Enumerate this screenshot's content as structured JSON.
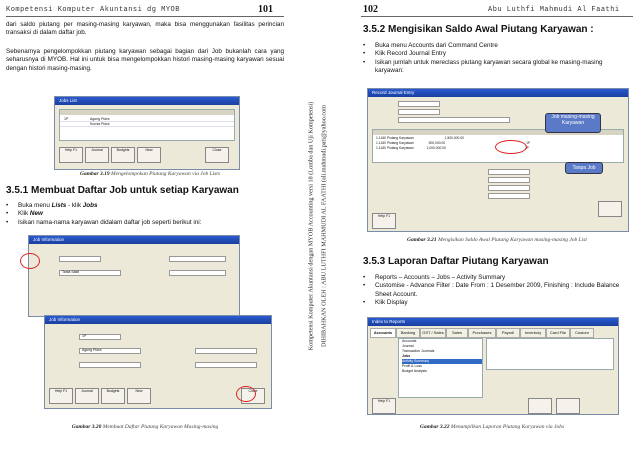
{
  "left": {
    "header": "Kompetensi Komputer Akuntansi dg MYOB",
    "page_number": "101",
    "intro": "dari saldo piutang per masing-masing karyawan, maka bisa menggunakan fasilitas perincian transaksi di dalam daftar job.",
    "para2": "Sebenarnya pengelompokkan piutang karyawan sebagai bagian dari Job bukanlah cara yang seharusnya di MYOB. Hal ini untuk bisa mengelompokkan histori masing-masing karyawan sesuai dengan histori masing-masing.",
    "fig1_caption_label": "Gambar 3.19",
    "fig1_caption_text": "Mengelompokan Piutang Karyawan via Job Lists",
    "section_title": "3.5.1 Membuat Daftar Job untuk setiap Karyawan",
    "bullets": [
      {
        "pre": "Buka menu ",
        "bold": "Lists",
        "mid": " - klik ",
        "bold2": "Jobs"
      },
      {
        "pre": "Klik ",
        "bold": "New",
        "mid": "",
        "bold2": ""
      },
      {
        "pre": "Isikan nama-nama karyawan didalam daftar job seperti berikut ini:",
        "bold": "",
        "mid": "",
        "bold2": ""
      }
    ],
    "fig2_caption_label": "Gambar 3.20",
    "fig2_caption_text": "Membuat Daftar Piutang Karyawan Masing-masing",
    "win1_title": "Jobs List",
    "win1_rows": [
      "1P",
      "Agung Putra",
      "Kurnia Putra"
    ],
    "win2_title": "Job Information",
    "win2_job_name": "Tania Sakti",
    "win3_title": "Job Information",
    "win3_job_number": "1P",
    "win3_job_name": "Agung Putra",
    "buttons": [
      "Help F1",
      "Journal",
      "Budgets",
      "New",
      "Close"
    ]
  },
  "spine": {
    "line1": "Kompetensi Komputer Akuntansi dengan MYOB Accounting versi 18 (Lomba dan Uji Kompetensi)",
    "line2": "DIHIBAHKAN OLEH : ABU LUTHFI MAHMUDI AL FAATHI (ali.mahmudi.pati@yahoo.com"
  },
  "right": {
    "header": "Abu Luthfi Mahmudi Al Faathi",
    "page_number": "102",
    "section1_title": "3.5.2 Mengisikan Saldo Awal Piutang Karyawan :",
    "section1_bullets": [
      "Buka menu Accounts dari Command Centre",
      "Klik Record Journal Entry",
      "Isikan jumlah untuk mereclass piutang karyawan secara global ke masing-masing karyawan:"
    ],
    "win_journal_title": "Record Journal Entry",
    "callout1": "Job masing-masing Karyawan",
    "callout2": "Tanpa Job",
    "journal_rows": [
      {
        "acct": "1-1160",
        "name": "Piutang Karyawan",
        "debit": "",
        "credit": "1,500,000.00",
        "job": ""
      },
      {
        "acct": "1-1160",
        "name": "Piutang Karyawan",
        "debit": "500,000.00",
        "credit": "",
        "job": "1P"
      },
      {
        "acct": "1-1160",
        "name": "Piutang Karyawan",
        "debit": "1,000,000.00",
        "credit": "",
        "job": "2P"
      }
    ],
    "fig3_caption_label": "Gambar 3.21",
    "fig3_caption_text": "Mengisikan Saldo Awal Piutang Karyawan masing-masing Job List",
    "section2_title": "3.5.3 Laporan Daftar Piutang Karyawan",
    "section2_bullets": [
      "Reports – Accounts – Jobs – Activity Summary",
      "Customise - Advance Filter : Date From : 1 Desember 2009, Finishing : Include Balance Sheet Account.",
      "Klik Display"
    ],
    "win_reports_title": "Index to Reports",
    "report_tabs": [
      "Accounts",
      "Banking",
      "GST / Sales Tax",
      "Sales",
      "Purchases",
      "Payroll",
      "Inventory",
      "Card File",
      "Custom"
    ],
    "report_items": [
      "Accounts",
      "Journal",
      "Transaction Journals",
      "Jobs",
      "Activity Summary",
      "Profit & Loss",
      "Budget Analysis"
    ],
    "fig4_caption_label": "Gambar 3.22",
    "fig4_caption_text": "Menampilkan Laporan Piutang Karyawan via Jobs"
  }
}
